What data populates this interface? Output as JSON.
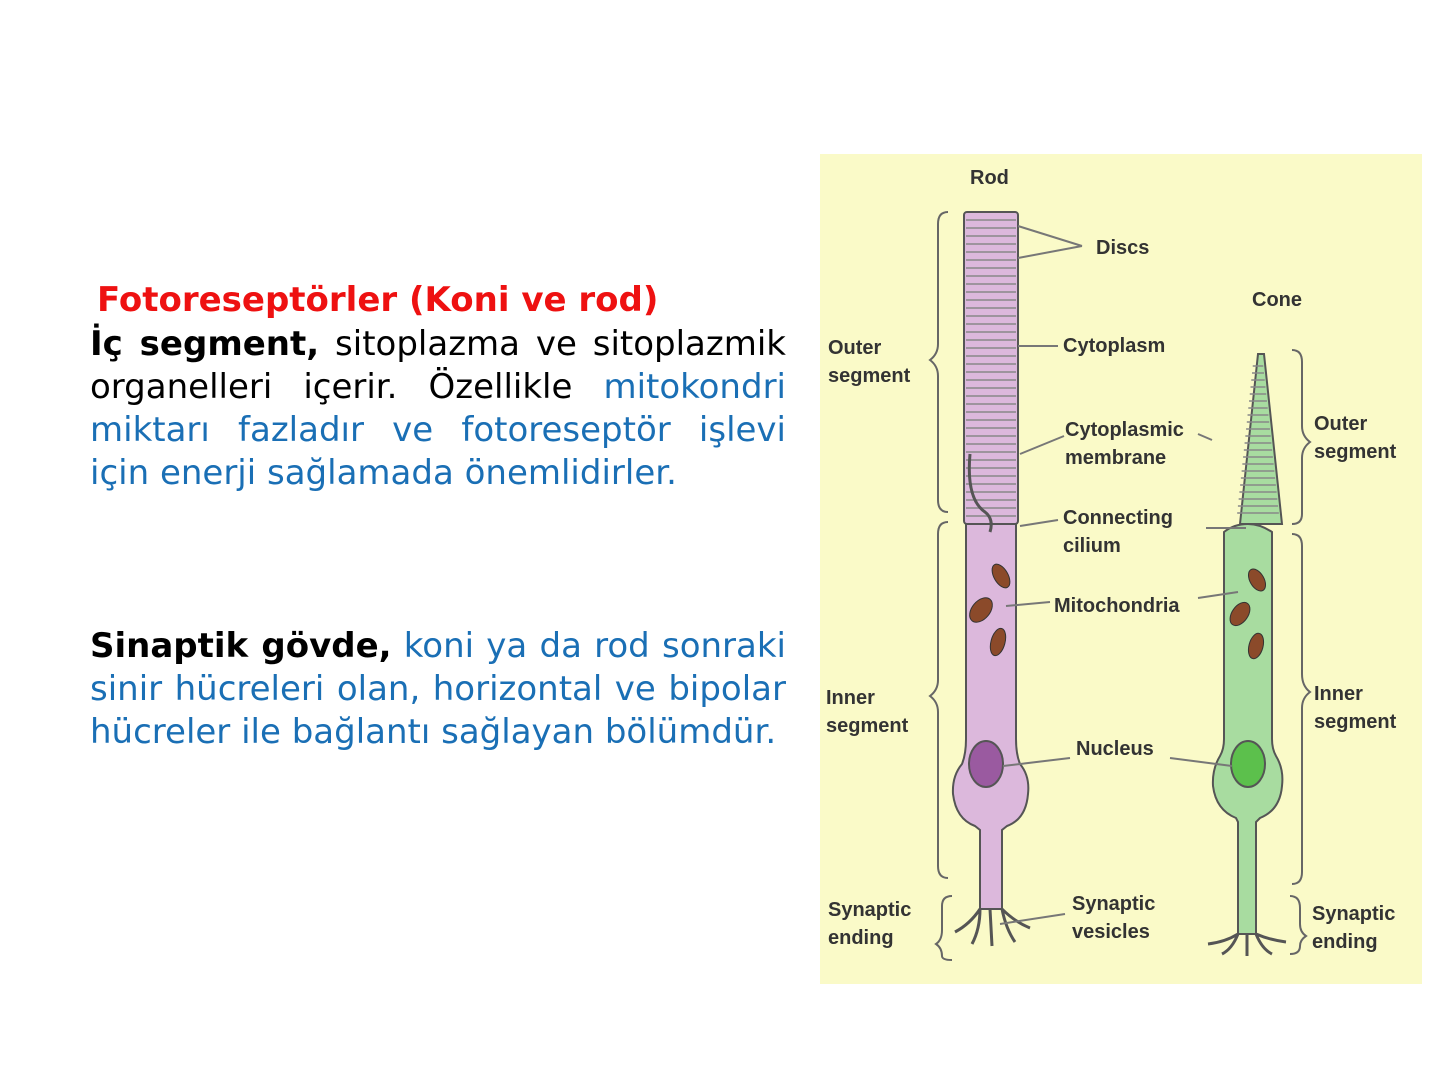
{
  "heading": "Fotoreseptörler (Koni ve rod)",
  "paragraph1": {
    "bold": "İç segment,",
    "black1": " sitoplazma ve sitoplazmik organelleri içerir. Özellikle ",
    "blue": "mitokondri miktarı fazladır ve fotoreseptör işlevi için enerji sağlamada önemlidirler."
  },
  "paragraph2": {
    "bold": "Sinaptik gövde,",
    "blue": " koni ya da rod sonraki sinir hücreleri olan, horizontal ve bipolar hücreler ile bağlantı sağlayan bölümdür."
  },
  "figure": {
    "rod_label": "Rod",
    "cone_label": "Cone",
    "discs": "Discs",
    "cytoplasm": "Cytoplasm",
    "cytoplasmic_membrane_1": "Cytoplasmic",
    "cytoplasmic_membrane_2": "membrane",
    "connecting_cilium_1": "Connecting",
    "connecting_cilium_2": "cilium",
    "mitochondria": "Mitochondria",
    "nucleus": "Nucleus",
    "synaptic_vesicles_1": "Synaptic",
    "synaptic_vesicles_2": "vesicles",
    "left_outer_1": "Outer",
    "left_outer_2": "segment",
    "left_inner_1": "Inner",
    "left_inner_2": "segment",
    "left_synaptic_1": "Synaptic",
    "left_synaptic_2": "ending",
    "right_outer_1": "Outer",
    "right_outer_2": "segment",
    "right_inner_1": "Inner",
    "right_inner_2": "segment",
    "right_synaptic_1": "Synaptic",
    "right_synaptic_2": "ending",
    "colors": {
      "background": "#fafac8",
      "rod": "#dcb8dc",
      "cone": "#a8dca0",
      "rod_nucleus": "#9a5aa0",
      "cone_nucleus": "#5cc04c",
      "mitochondria": "#8b4a2a"
    }
  }
}
